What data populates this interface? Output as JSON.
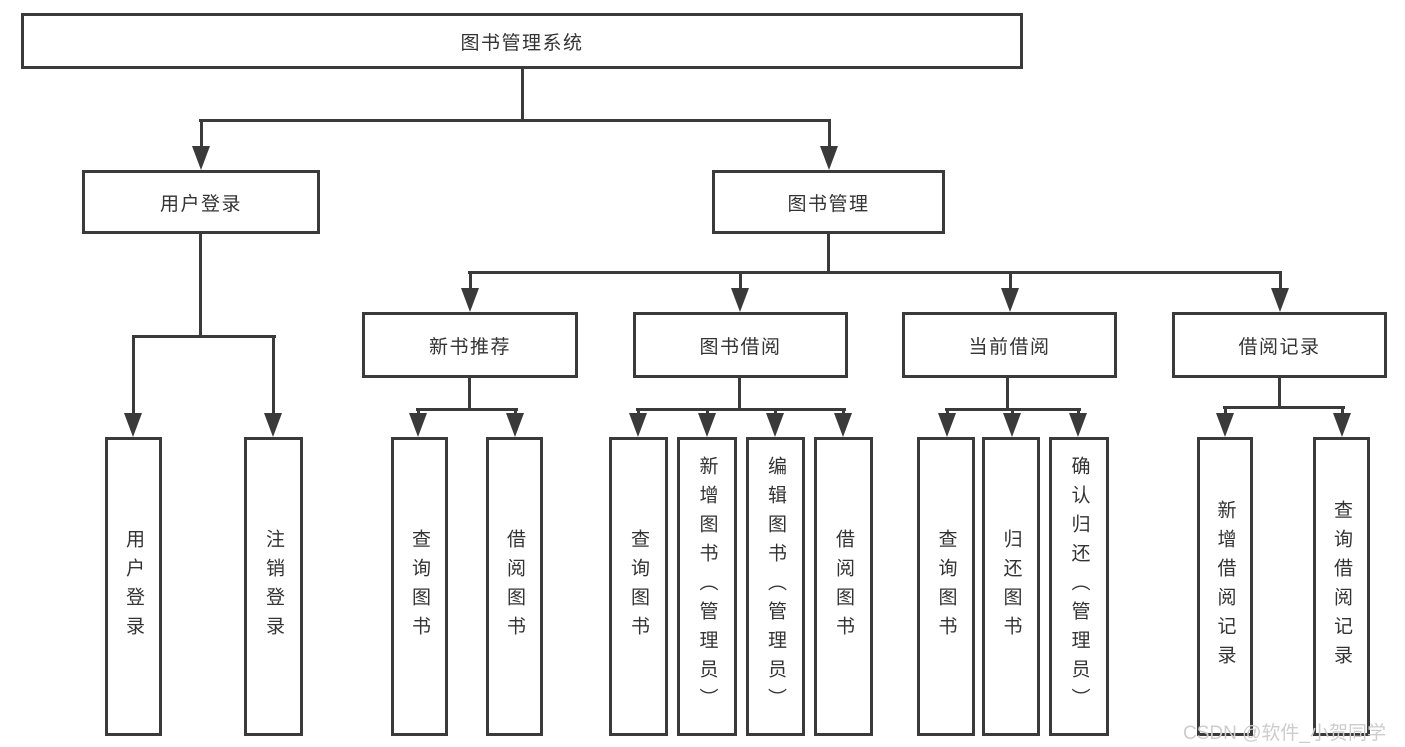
{
  "diagram": {
    "nodes": {
      "root": "图书管理系统",
      "level2": [
        "用户登录",
        "图书管理"
      ],
      "level3": [
        "新书推荐",
        "图书借阅",
        "当前借阅",
        "借阅记录"
      ],
      "leaves": [
        "用户登录",
        "注销登录",
        "查询图书",
        "借阅图书",
        "查询图书",
        "新增图书（管理员）",
        "编辑图书（管理员）",
        "借阅图书",
        "查询图书",
        "归还图书",
        "确认归还（管理员）",
        "新增借阅记录",
        "查询借阅记录"
      ]
    },
    "structure": {
      "图书管理系统": [
        "用户登录",
        "图书管理"
      ],
      "用户登录": [
        "用户登录",
        "注销登录"
      ],
      "图书管理": [
        "新书推荐",
        "图书借阅",
        "当前借阅",
        "借阅记录"
      ],
      "新书推荐": [
        "查询图书",
        "借阅图书"
      ],
      "图书借阅": [
        "查询图书",
        "新增图书（管理员）",
        "编辑图书（管理员）",
        "借阅图书"
      ],
      "当前借阅": [
        "查询图书",
        "归还图书",
        "确认归还（管理员）"
      ],
      "借阅记录": [
        "新增借阅记录",
        "查询借阅记录"
      ]
    },
    "watermark": "CSDN @软件_小贺同学",
    "colors": {
      "line": "#3a3a3a",
      "text": "#333333",
      "background": "#ffffff",
      "watermark": "#cdcdcd"
    }
  }
}
